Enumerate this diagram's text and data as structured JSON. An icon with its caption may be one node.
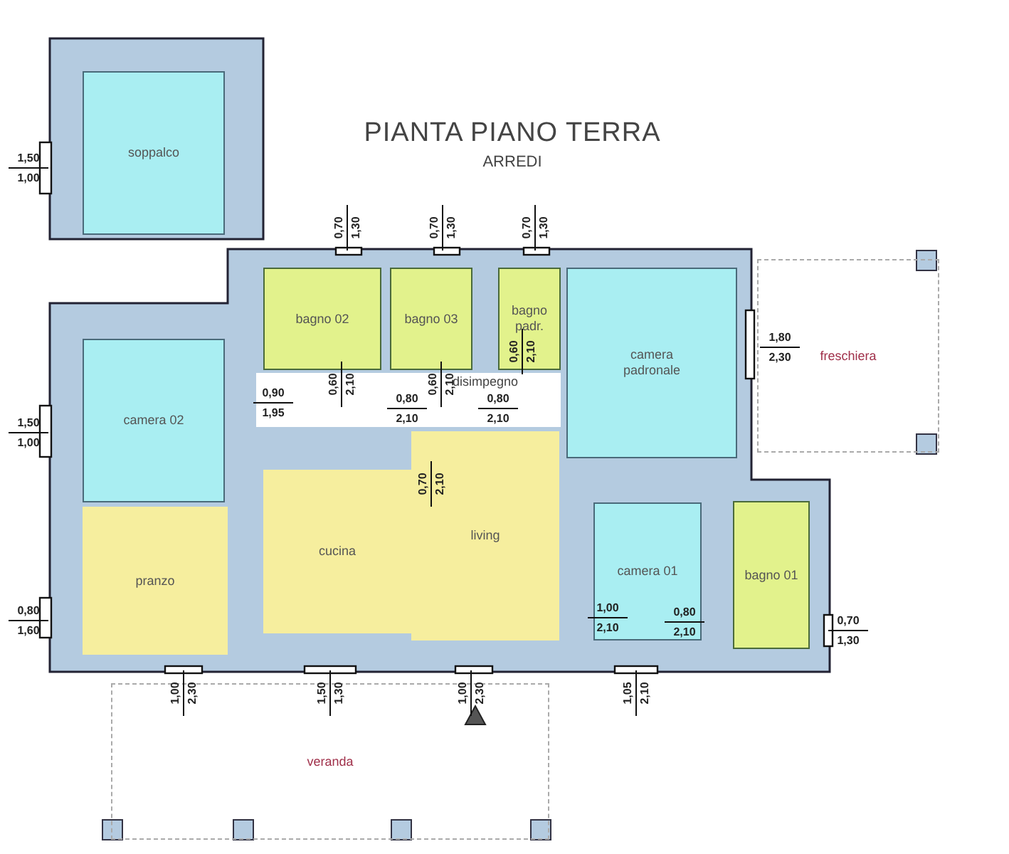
{
  "diagram": {
    "title": "PIANTA PIANO TERRA",
    "nodes": [
      {
        "text": [
          "soppalco"
        ]
      },
      {
        "text": [
          "bagno 02"
        ]
      },
      {
        "text": [
          "bagno 03"
        ]
      },
      {
        "text": [
          "bagno padr."
        ]
      },
      {
        "text": [
          "camera padronale"
        ]
      },
      {
        "text": [
          "freschiera"
        ]
      },
      {
        "text": [
          "camera 02"
        ]
      },
      {
        "text": [
          "disimpegno"
        ]
      },
      {
        "text": [
          "cucina"
        ]
      },
      {
        "text": [
          "living"
        ]
      },
      {
        "text": [
          "pranzo"
        ]
      },
      {
        "text": [
          "camera 01"
        ]
      },
      {
        "text": [
          "bagno 01"
        ]
      },
      {
        "text": [
          "veranda"
        ]
      }
    ],
    "edges": [],
    "labels": [
      "1,50",
      "ARREDI",
      "1,00",
      "0,70",
      "1,30",
      "0,70",
      "1,30",
      "0,70",
      "1,30",
      "1,80",
      "2,30",
      "0,60",
      "2,10",
      "0,60",
      "2,10",
      "0,60",
      "2,10",
      "0,90",
      "1,95",
      "0,80",
      "2,10",
      "0,80",
      "2,10",
      "1,50",
      "1,00",
      "0,70",
      "2,10",
      "1,00",
      "2,10",
      "0,80",
      "2,10",
      "0,80",
      "1,60",
      "0,70",
      "1,30",
      "1,00",
      "2,30",
      "1,50",
      "1,30",
      "1,00",
      "2,30",
      "1,05",
      "2,10"
    ]
  }
}
